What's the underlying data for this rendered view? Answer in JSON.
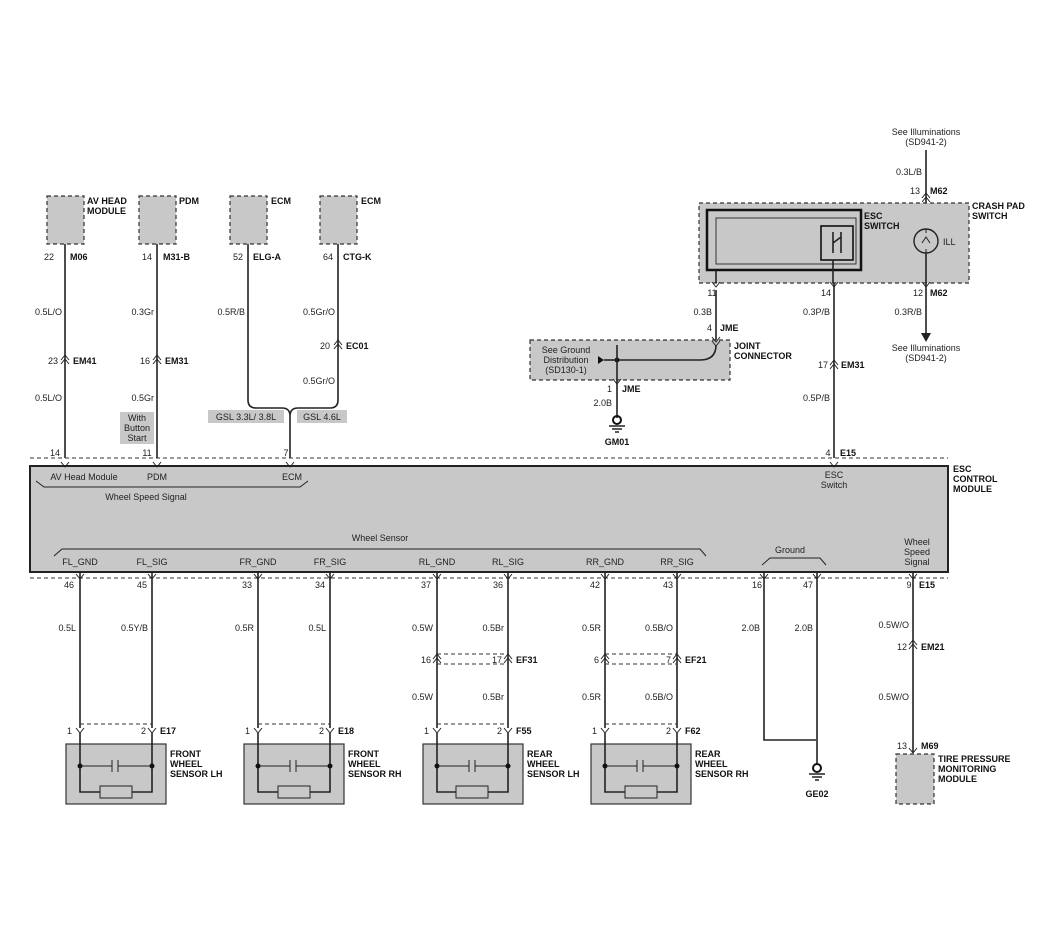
{
  "top_modules": {
    "av_head": {
      "name": "AV HEAD\nMODULE",
      "pin": "22",
      "conn": "M06"
    },
    "pdm": {
      "name": "PDM",
      "pin": "14",
      "conn": "M31-B"
    },
    "ecm1": {
      "name": "ECM",
      "pin": "52",
      "conn": "ELG-A"
    },
    "ecm2": {
      "name": "ECM",
      "pin": "64",
      "conn": "CTG-K"
    }
  },
  "wires_top": {
    "av1": "0.5L/O",
    "av_pin": "23",
    "av_conn": "EM41",
    "av2": "0.5L/O",
    "pdm1": "0.3Gr",
    "pdm_pin": "16",
    "pdm_conn": "EM31",
    "pdm2": "0.5Gr",
    "ecm1": "0.5R/B",
    "ecm2a": "0.5Gr/O",
    "ecm2_pin": "20",
    "ecm2_conn": "EC01",
    "ecm2b": "0.5Gr/O"
  },
  "notes": {
    "button_start": "With\nButton\nStart",
    "gsl1": "GSL 3.3L/ 3.8L",
    "gsl2": "GSL 4.6L"
  },
  "esc_module": {
    "name": "ESC\nCONTROL\nMODULE",
    "pins_top": [
      "14",
      "11",
      "7",
      "4"
    ],
    "conn_top": "E15",
    "lbl_av": "AV Head Module",
    "lbl_pdm": "PDM",
    "lbl_ecm": "ECM",
    "lbl_wss": "Wheel Speed Signal",
    "lbl_esc_switch": "ESC\nSwitch",
    "lbl_wheel_sensor": "Wheel Sensor",
    "lbl_ground": "Ground",
    "lbl_wheel_speed": "Wheel\nSpeed\nSignal",
    "bottom_labels": [
      "FL_GND",
      "FL_SIG",
      "FR_GND",
      "FR_SIG",
      "RL_GND",
      "RL_SIG",
      "RR_GND",
      "RR_SIG"
    ],
    "bottom_pins": [
      "46",
      "45",
      "33",
      "34",
      "37",
      "36",
      "42",
      "43",
      "16",
      "47",
      "9"
    ],
    "conn_bottom": "E15"
  },
  "crash_pad": {
    "see_top": "See Illuminations\n(SD941-2)",
    "wire_top": "0.3L/B",
    "pin_top": "13",
    "conn_top": "M62",
    "name": "CRASH PAD\nSWITCH",
    "esc_switch": "ESC\nSWITCH",
    "ill": "ILL",
    "pins_bottom": [
      "11",
      "14",
      "12"
    ],
    "conn_bottom": "M62",
    "wire_bottom": "0.3R/B",
    "see_bottom": "See Illuminations\n(SD941-2)"
  },
  "joint": {
    "wire1": "0.3B",
    "pin1": "4",
    "conn": "JME",
    "name": "JOINT\nCONNECTOR",
    "see_ground": "See Ground\nDistribution\n(SD130-1)",
    "pin2": "1",
    "conn2": "JME",
    "wire2": "2.0B",
    "ground": "GM01"
  },
  "esc_switch_line": {
    "wire1": "0.3P/B",
    "pin": "17",
    "conn": "EM31",
    "wire2": "0.5P/B"
  },
  "sensors": [
    {
      "name": "FRONT\nWHEEL\nSENSOR LH",
      "w1": "0.5L",
      "w2": "0.5Y/B",
      "conn": "E17"
    },
    {
      "name": "FRONT\nWHEEL\nSENSOR RH",
      "w1": "0.5R",
      "w2": "0.5L",
      "conn": "E18"
    },
    {
      "name": "REAR\nWHEEL\nSENSOR LH",
      "w1": "0.5W",
      "w2": "0.5Br",
      "mid_pins": [
        "16",
        "17"
      ],
      "mid_conn": "EF31",
      "w3": "0.5W",
      "w4": "0.5Br",
      "conn": "F55"
    },
    {
      "name": "REAR\nWHEEL\nSENSOR RH",
      "w1": "0.5R",
      "w2": "0.5B/O",
      "mid_pins": [
        "6",
        "7"
      ],
      "mid_conn": "EF21",
      "w3": "0.5R",
      "w4": "0.5B/O",
      "conn": "F62"
    }
  ],
  "ground_bottom": {
    "w1": "2.0B",
    "w2": "2.0B",
    "name": "GE02"
  },
  "tpms": {
    "w1": "0.5W/O",
    "pin": "12",
    "conn": "EM21",
    "w2": "0.5W/O",
    "pin2": "13",
    "conn2": "M69",
    "name": "TIRE PRESSURE\nMONITORING\nMODULE"
  }
}
